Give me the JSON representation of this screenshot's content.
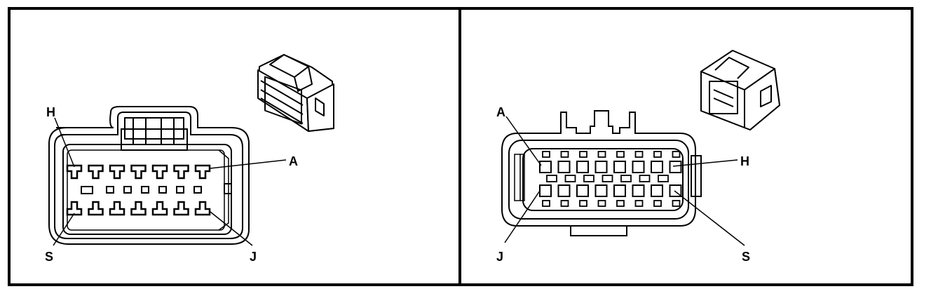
{
  "panels": {
    "left": {
      "labels": {
        "h": "H",
        "a": "A",
        "s": "S",
        "j": "J"
      }
    },
    "right": {
      "labels": {
        "a": "A",
        "h": "H",
        "j": "J",
        "s": "S"
      }
    }
  },
  "colors": {
    "stroke": "#000000",
    "background": "#ffffff"
  }
}
